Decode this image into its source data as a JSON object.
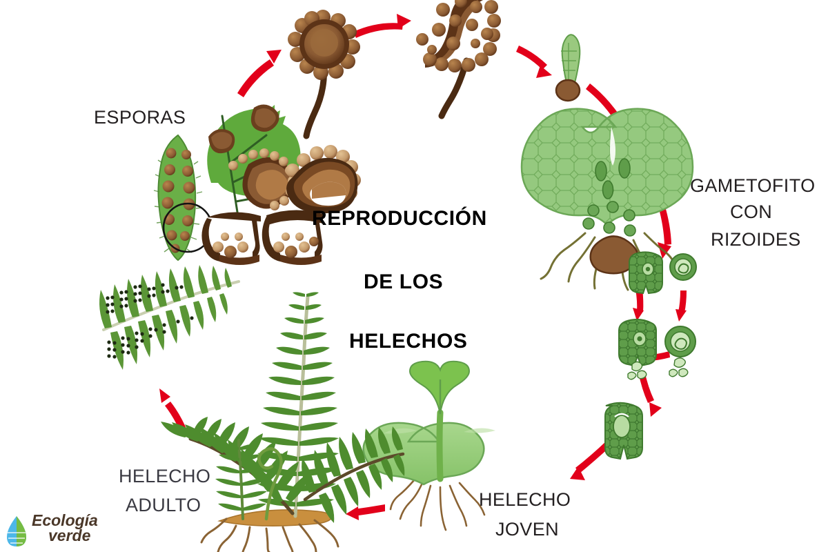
{
  "diagram": {
    "title_lines": [
      "REPRODUCCIÓN",
      "DE LOS",
      "HELECHOS"
    ],
    "title_line1": "REPRODUCCIÓN",
    "title_line2": "DE LOS",
    "title_line3": "HELECHOS",
    "background_color": "#ffffff",
    "arrow_color": "#e2001a",
    "labels": [
      {
        "id": "esporas",
        "text": "ESPORAS",
        "lines": [
          "ESPORAS"
        ]
      },
      {
        "id": "gametofito",
        "text": "GAMETOFITO CON RIZOIDES",
        "lines": [
          "GAMETOFITO",
          "CON",
          "RIZOIDES"
        ]
      },
      {
        "id": "joven",
        "text": "HELECHO JOVEN",
        "lines": [
          "HELECHO",
          "JOVEN"
        ]
      },
      {
        "id": "adulto",
        "text": "HELECHO ADULTO",
        "lines": [
          "HELECHO",
          "ADULTO"
        ]
      }
    ],
    "label_esporas_l1": "ESPORAS",
    "label_gametofito_l1": "GAMETOFITO",
    "label_gametofito_l2": "CON",
    "label_gametofito_l3": "RIZOIDES",
    "label_joven_l1": "HELECHO",
    "label_joven_l2": "JOVEN",
    "label_adulto_l1": "HELECHO",
    "label_adulto_l2": "ADULTO",
    "stages": [
      {
        "name": "sporangium-closed",
        "caption": "ESPORAS"
      },
      {
        "name": "sporangium-bursting",
        "caption": ""
      },
      {
        "name": "germinating-spore",
        "caption": ""
      },
      {
        "name": "gametophyte",
        "caption": "GAMETOFITO CON RIZOIDES"
      },
      {
        "name": "archegonium",
        "caption": ""
      },
      {
        "name": "antheridium",
        "caption": ""
      },
      {
        "name": "zygote-embryo",
        "caption": ""
      },
      {
        "name": "young-fern",
        "caption": "HELECHO JOVEN"
      },
      {
        "name": "adult-fern",
        "caption": "HELECHO ADULTO"
      }
    ],
    "palette": {
      "leaf_green": "#5faa3c",
      "dark_green": "#3f7a2e",
      "frond_green": "#55892f",
      "gametophyte_green": "#95c97f",
      "gametophyte_light": "#a9d492",
      "young_green": "#97cc7d",
      "cell_line": "#6ba756",
      "spore_brown": "#5c3317",
      "sporangium_brown": "#8a5a33",
      "sporangium_tan": "#c49a6c",
      "rhizome_tan": "#c98f3e",
      "root_brown": "#8a6334",
      "red": "#e2001a",
      "text": "#231f20",
      "logo_blue": "#4db7e8",
      "logo_green": "#76bc43",
      "logo_text": "#4a3728"
    }
  },
  "logo": {
    "name": "ecologia-verde",
    "word1": "Ecología",
    "word2": "verde"
  }
}
